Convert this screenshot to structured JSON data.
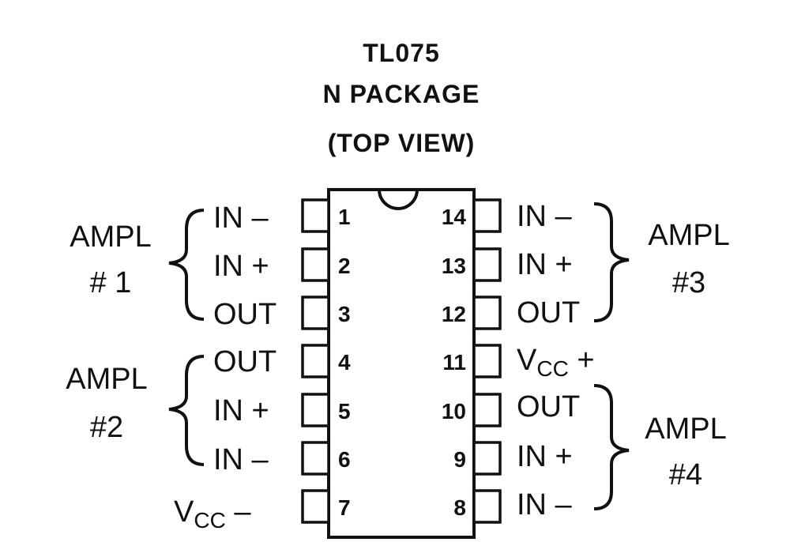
{
  "title": {
    "part": "TL075",
    "package": "N PACKAGE",
    "view": "(TOP VIEW)"
  },
  "left_pins": [
    {
      "num": "1",
      "label": "IN –"
    },
    {
      "num": "2",
      "label": "IN +"
    },
    {
      "num": "3",
      "label": "OUT"
    },
    {
      "num": "4",
      "label": "OUT"
    },
    {
      "num": "5",
      "label": "IN +"
    },
    {
      "num": "6",
      "label": "IN –"
    },
    {
      "num": "7",
      "label": "V",
      "sub": "CC",
      "suffix": " –"
    }
  ],
  "right_pins": [
    {
      "num": "14",
      "label": "IN –"
    },
    {
      "num": "13",
      "label": "IN +"
    },
    {
      "num": "12",
      "label": "OUT"
    },
    {
      "num": "11",
      "label": "V",
      "sub": "CC",
      "suffix": " +"
    },
    {
      "num": "10",
      "label": "OUT"
    },
    {
      "num": "9",
      "label": "IN +"
    },
    {
      "num": "8",
      "label": "IN –"
    }
  ],
  "amplifiers": [
    {
      "line1": "AMPL",
      "line2": "# 1"
    },
    {
      "line1": "AMPL",
      "line2": "#2"
    },
    {
      "line1": "AMPL",
      "line2": "#3"
    },
    {
      "line1": "AMPL",
      "line2": "#4"
    }
  ]
}
